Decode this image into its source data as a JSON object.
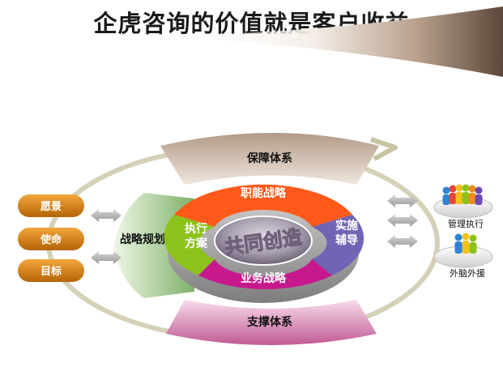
{
  "title": "企虎咨询的价值就是客户收益",
  "diagram": {
    "left_pills": [
      "愿景",
      "使命",
      "目标"
    ],
    "strategy_planning": "战略规划",
    "top_band": "保障体系",
    "bottom_band": "支撑体系",
    "ring": {
      "top": "职能战略",
      "left": [
        "执行",
        "方案"
      ],
      "right": [
        "实施",
        "辅导"
      ],
      "bottom": "业务战略"
    },
    "center": "共同创造",
    "right_nodes": [
      {
        "label": "管理执行",
        "icon": "people-group-icon"
      },
      {
        "label": "外脑外援",
        "icon": "people-pair-icon"
      }
    ]
  },
  "colors": {
    "segment_top": "#ff5a1a",
    "segment_left": "#8cc21c",
    "segment_right": "#7064b4",
    "segment_bottom": "#c8188e",
    "pill": "#d98213",
    "center": "#9a8fa0"
  }
}
